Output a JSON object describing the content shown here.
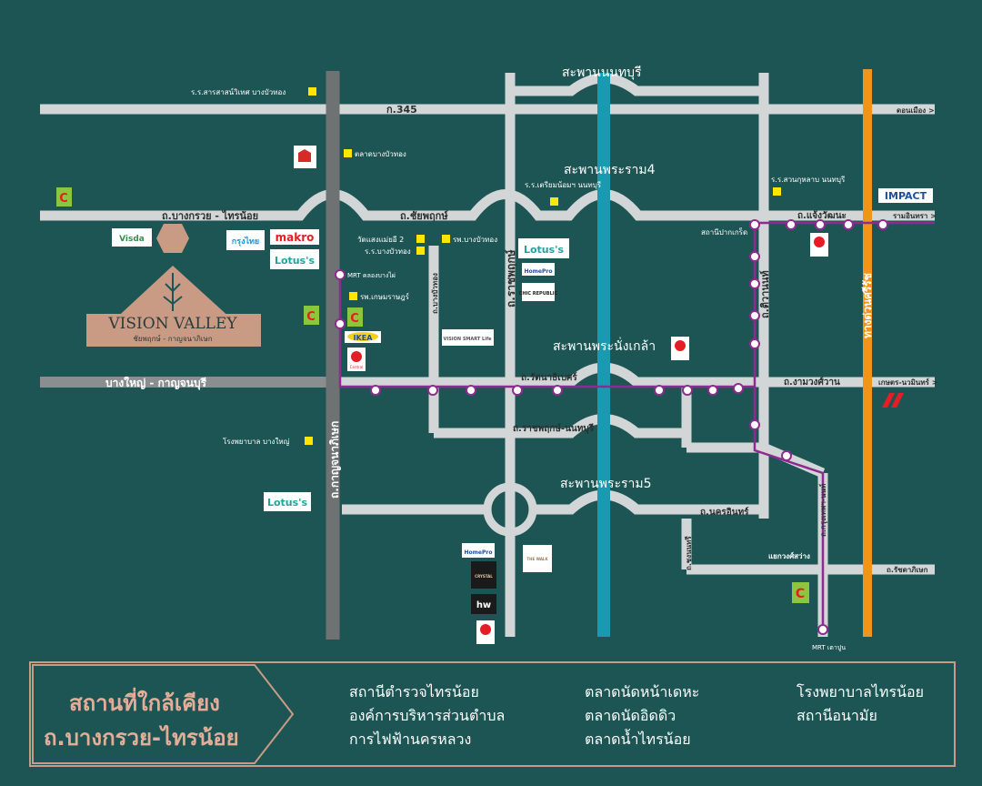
{
  "map": {
    "roads": {
      "r345": "ก.345",
      "bangkruai_sainoi": "ถ.บางกรวย - ไทรน้อย",
      "chaiyaphruek": "ถ.ชัยพฤกษ์",
      "bangyai_kanchanaburi": "บางใหญ่ - กาญจนบุรี",
      "rattanathibet": "ถ.รัตนาธิเบศร์",
      "ratchaphruek_nonthaburi": "ถ.ราชพฤกษ์-นนทบุรี",
      "nakhon_in": "ถ.นครอินทร์",
      "chaeng_watthana": "ถ.แจ้งวัฒนะ",
      "ngam_wong_wan": "ถ.งามวงศ์วาน",
      "kanchanaphisek": "ถ.กาญจนาภิเษก",
      "ratchaphruek": "ถ.ราชพฤกษ์",
      "bang_bua_thong_rd": "ถ.บางบัวทอง",
      "chong_nonsi": "ถ.ชงนนทรี",
      "tiwanon": "ถ.ติวานนท์",
      "krungthep_nonthaburi": "ถ.กรุงเทพฯ-นนท์",
      "phibunsongkhram": "ถ.พิบูลสงคราม",
      "rattanathibet_right": "ถ.รัชดาภิเษก",
      "highway": "ทางด่วนศรีรัช",
      "don_mueang": "ดอนเมือง >",
      "ram_inthra": "รามอินทรา >",
      "kaset_nawamin": "เกษตร-นวมินทร์ >",
      "yaek_tao_poon": "แยกวงศ์สว่าง"
    },
    "bridges": {
      "nonthaburi": "สะพานนนทบุรี",
      "rama4": "สะพานพระราม4",
      "phra_nang_klao": "สะพานพระนั่งเกล้า",
      "rama5": "สะพานพระราม5"
    },
    "landmarks": {
      "school_sarasas": "ร.ร.สารสาสน์วิเทศ บางบัวทอง",
      "bangbuathong_market": "ตลาดบางบัวทอง",
      "school_triam": "ร.ร.เตรียมน้อมฯ นนทบุรี",
      "school_suankularb": "ร.ร.สวนกุหลาบ นนทบุรี",
      "wat_saeng": "วัดแสงแม่ยอี 2",
      "school_bangbuathong": "ร.ร.บางบัวทอง",
      "hospital_bangbuathong": "รพ.บางบัวทอง",
      "hospital_kasemrad": "รพ.เกษมราษฎร์",
      "hospital_bangyai": "โรงพยาบาล บางใหญ่",
      "mrt_khlong_bang_phai": "MRT คลองบางไผ่",
      "mrt_tao_poon": "MRT เตาปูน",
      "pak_kret_station": "สถานีปากเกร็ด"
    },
    "brands": {
      "makro": "makro",
      "lotus1": "Lotus's",
      "lotus2": "Lotus's",
      "lotus3": "Lotus's",
      "krungthai": "กรุงไทย",
      "vista": "Visda",
      "ikea": "IKEA",
      "central": "Central",
      "homepro": "HomePro",
      "chic": "CHIC REPUBLIC",
      "vision_smart": "VISION SMART Life",
      "impact": "IMPACT",
      "crystal": "CRYSTAL",
      "hw": "hw",
      "the_walk": "THE WALK"
    },
    "project": {
      "name": "VISION VALLEY",
      "subtitle": "ชัยพฤกษ์ - กาญจนาภิเษก"
    }
  },
  "panel": {
    "title_line1": "สถานที่ใกล้เคียง",
    "title_line2": "ถ.บางกรวย-ไทรน้อย",
    "col1": [
      "สถานีตำรวจไทรน้อย",
      "องค์การบริหารส่วนตำบล",
      "การไฟฟ้านครหลวง"
    ],
    "col2": [
      "ตลาดนัดหน้าเดหะ",
      "ตลาดนัดอิดดิว",
      "ตลาดน้ำไทรน้อย"
    ],
    "col3": [
      "โรงพยาบาลไทรน้อย",
      "สถานีอนามัย"
    ]
  },
  "colors": {
    "background": "#1d5554",
    "road": "#d2d6d6",
    "main_road": "#8a8e8e",
    "river": "#1a9ab0",
    "highway": "#f0951c",
    "purple_line": "#8d2b8e",
    "accent": "#e3ad98",
    "marker": "#ffe600"
  }
}
